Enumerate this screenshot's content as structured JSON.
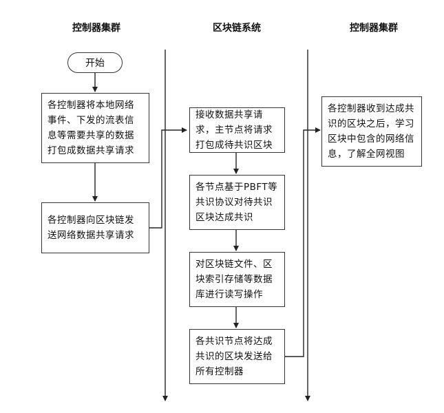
{
  "headers": {
    "left": "控制器集群",
    "middle": "区块链系统",
    "right": "控制器集群"
  },
  "start": "开始",
  "left_boxes": [
    "各控制器将本地网络事件、下发的流表信息等需要共享的数据打包成数据共享请求",
    "各控制器向区块链发送网络数据共享请求"
  ],
  "middle_boxes": [
    "接收数据共享请求，主节点将请求打包成待共识区块",
    "各节点基于PBFT等共识协议对待共识区块达成共识",
    "对区块链文件、区块索引存储等数据库进行读写操作",
    "各共识节点将达成共识的区块发送给所有控制器"
  ],
  "right_box": "各控制器收到达成共识的区块之后，学习区块中包含的网络信息，了解全网视图"
}
